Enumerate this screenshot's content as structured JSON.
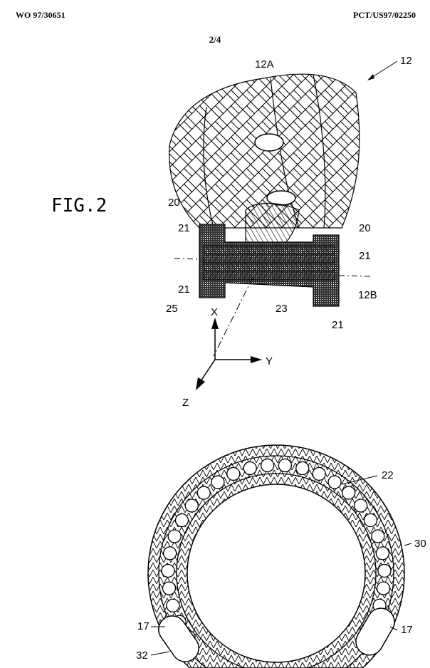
{
  "header": {
    "publication_number": "WO 97/30651",
    "application_number": "PCT/US97/02250"
  },
  "sheet_number": "2/4",
  "figure2": {
    "title": "FIG.2",
    "labels": {
      "l12A": "12A",
      "l12": "12",
      "l20a": "20",
      "l20b": "20",
      "l21a": "21",
      "l21b": "21",
      "l21c": "21",
      "l21d": "21",
      "l12B": "12B",
      "l25": "25",
      "l23": "23"
    },
    "axes": {
      "x": "X",
      "y": "Y",
      "z": "Z"
    }
  },
  "figure3": {
    "labels": {
      "l22": "22",
      "l30": "30",
      "l17a": "17",
      "l17b": "17",
      "l32": "32"
    }
  }
}
